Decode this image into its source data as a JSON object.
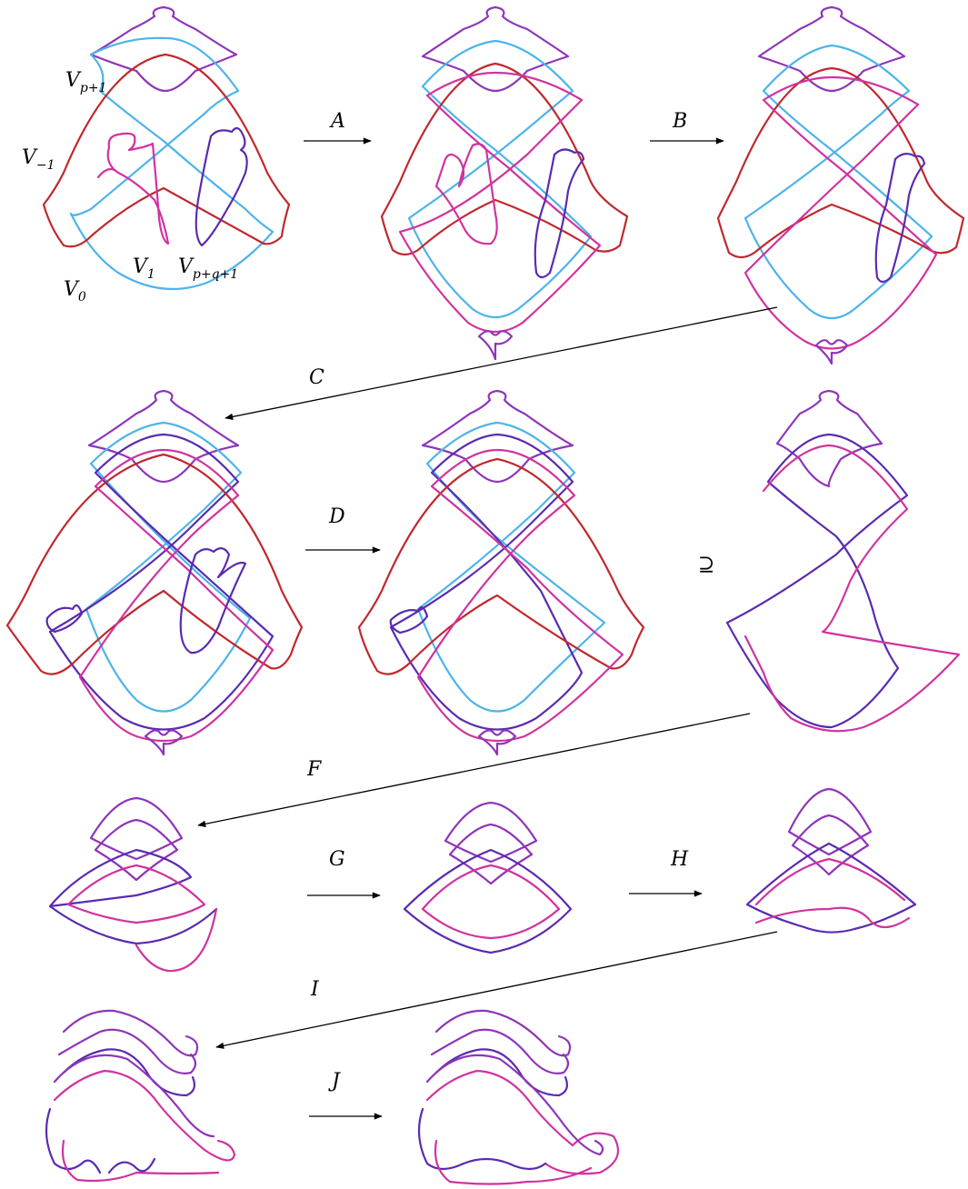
{
  "labels": {
    "v_p1": "V",
    "v_p1_sub": "p+1",
    "v_m1": "V",
    "v_m1_sub": "−1",
    "v_1": "V",
    "v_1_sub": "1",
    "v_pq1": "V",
    "v_pq1_sub": "p+q+1",
    "v_0": "V",
    "v_0_sub": "0"
  },
  "arrows": {
    "A": "A",
    "B": "B",
    "C": "C",
    "D": "D",
    "supseteq": "⊇",
    "F": "F",
    "G": "G",
    "H": "H",
    "I": "I",
    "J": "J"
  },
  "colors": {
    "red": "#c0282d",
    "light_blue": "#4db4ea",
    "purple": "#8e35b8",
    "magenta": "#d0339f",
    "indigo": "#5a2bb0"
  }
}
